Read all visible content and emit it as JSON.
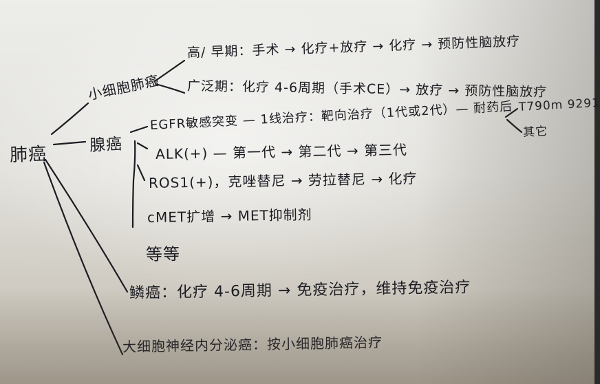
{
  "image": {
    "kind": "handwritten-mind-map-photo",
    "ink_color": "#1c1c22",
    "paper_color": "#e6e5e0"
  },
  "map": {
    "root": "肺癌",
    "nsclc": "小细胞肺癌",
    "early": "高/ 早期：手术 → 化疗+放疗 → 化疗 → 预防性脑放疗",
    "late": "广泛期：化疗 4-6周期（手术CE）→ 放疗 → 预防性脑放疗",
    "adeno": "腺癌",
    "egfr": "EGFR敏感突变 — 1线治疗：靶向治疗（1代或2代）— 耐药后",
    "t790m": "T790m 9291",
    "other": "其它",
    "alk": "ALK(+) — 第一代 → 第二代 → 第三代",
    "ros": "ROS1(+)，克唑替尼 → 劳拉替尼 → 化疗",
    "cmet": "cMET扩增 → MET抑制剂",
    "etc": "等等",
    "squam": "鳞癌：化疗 4-6周期 → 免疫治疗，维持免疫治疗",
    "large": "大细胞神经内分泌癌：按小细胞肺癌治疗"
  }
}
